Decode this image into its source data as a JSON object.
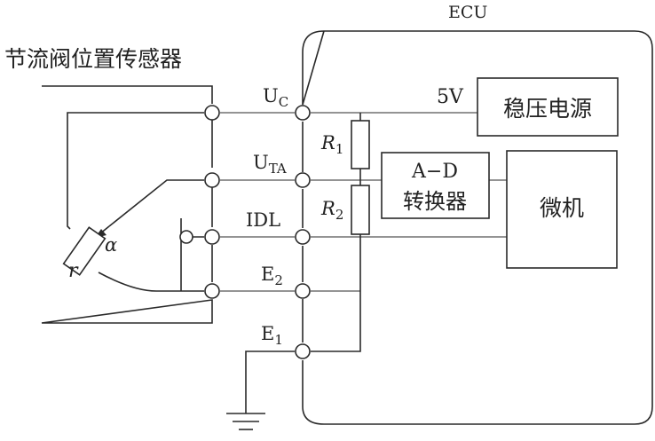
{
  "diagram": {
    "title": "节流阀位置传感器",
    "ecu_label": "ECU",
    "supply_voltage": "5V",
    "regulator": "稳压电源",
    "adc_line1": "A−D",
    "adc_line2": "转换器",
    "microcomputer": "微机",
    "terminals": [
      {
        "main": "U",
        "sub": "C"
      },
      {
        "main": "U",
        "sub": "TA"
      },
      {
        "main": "IDL",
        "sub": ""
      },
      {
        "main": "E",
        "sub": "2"
      },
      {
        "main": "E",
        "sub": "1"
      }
    ],
    "resistors": [
      {
        "main": "R",
        "sub": "1"
      },
      {
        "main": "R",
        "sub": "2"
      }
    ],
    "sensor_resistor": "r",
    "angle_symbol": "α"
  }
}
